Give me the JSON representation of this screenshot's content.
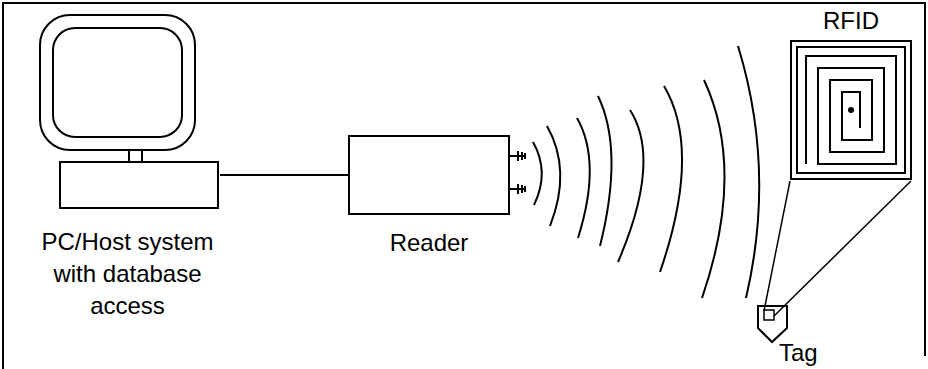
{
  "diagram": {
    "nodes": [
      {
        "text": [
          "PC/Host system with database access"
        ]
      },
      {
        "text": [
          "Reader"
        ]
      },
      {
        "text": [
          "RFID"
        ]
      },
      {
        "text": [
          "Tag"
        ]
      }
    ],
    "edges": [
      {
        "from": 0,
        "to": 1,
        "arrow": "none"
      }
    ]
  }
}
